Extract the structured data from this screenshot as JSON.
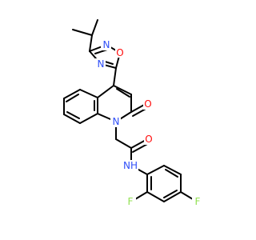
{
  "molecule": {
    "atoms": {
      "n_ring_o": "O",
      "n_ring_n_top": "N",
      "n_ring_n_bottom": "N",
      "quinolinone_n": "N",
      "carbonyl_o_ring": "O",
      "amide_o": "O",
      "amide_nh": "NH",
      "fluorine_ortho": "F",
      "fluorine_para": "F"
    },
    "colors": {
      "oxygen": "#ff0d0d",
      "nitrogen": "#3050f8",
      "fluorine": "#90e050",
      "bond": "#000000"
    }
  }
}
